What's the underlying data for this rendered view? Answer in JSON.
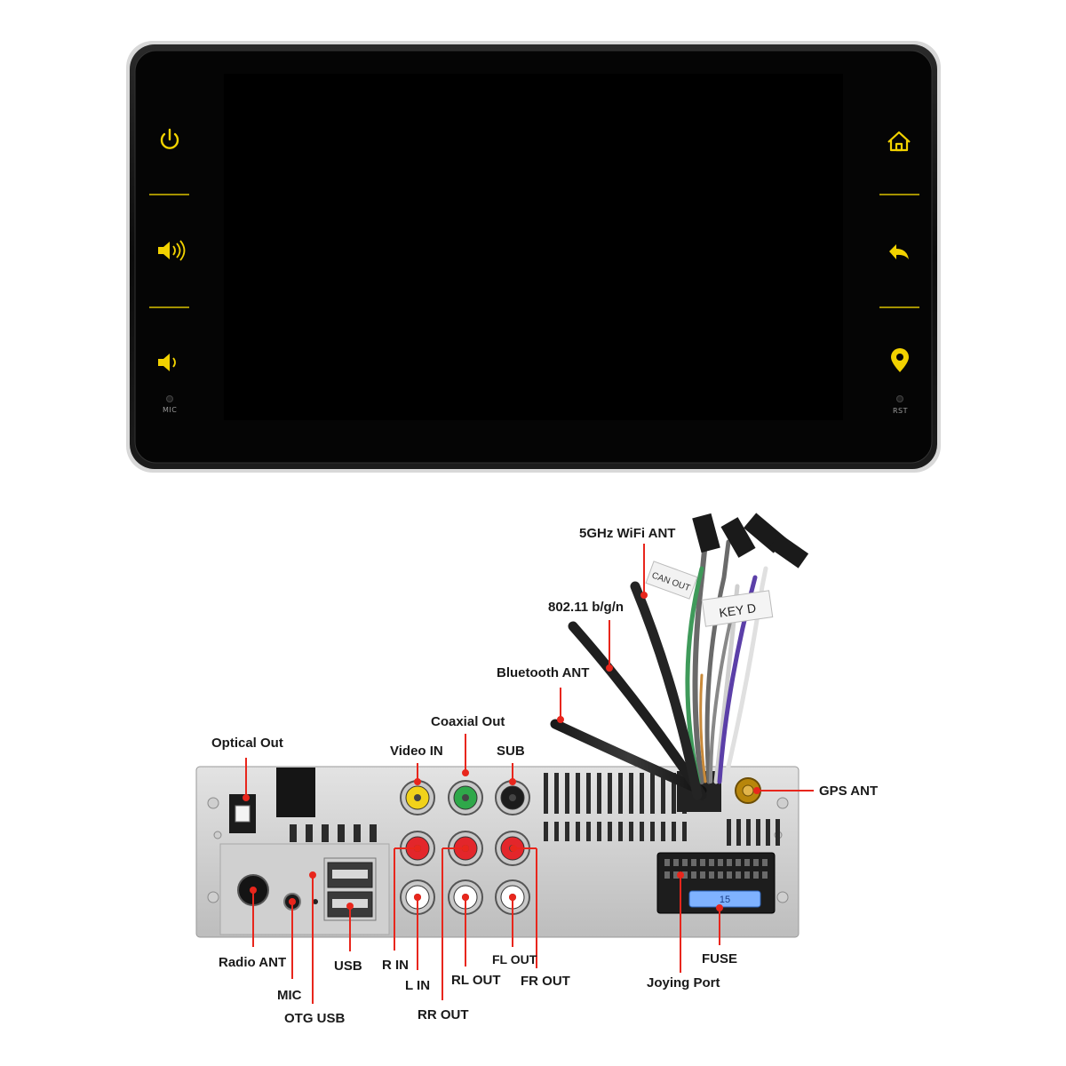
{
  "head_unit": {
    "left_buttons": [
      {
        "icon": "power-icon"
      },
      {
        "icon": "volume-up-icon"
      },
      {
        "icon": "volume-down-icon"
      }
    ],
    "right_buttons": [
      {
        "icon": "home-icon"
      },
      {
        "icon": "back-icon"
      },
      {
        "icon": "navigation-pin-icon"
      }
    ],
    "mic_label": "MIC",
    "rst_label": "RST",
    "button_color": "#f2d200",
    "screen_color": "#000000"
  },
  "rear_panel": {
    "labels": {
      "wifi_5g": "5GHz WiFi ANT",
      "wifi_80211": "802.11 b/g/n",
      "bluetooth": "Bluetooth ANT",
      "coaxial": "Coaxial Out",
      "optical": "Optical Out",
      "video_in": "Video IN",
      "sub": "SUB",
      "gps": "GPS ANT",
      "radio": "Radio ANT",
      "mic": "MIC",
      "otg_usb": "OTG USB",
      "usb": "USB",
      "r_in": "R IN",
      "l_in": "L IN",
      "rr_out": "RR OUT",
      "rl_out": "RL OUT",
      "fl_out": "FL OUT",
      "fr_out": "FR OUT",
      "joying": "Joying Port",
      "fuse": "FUSE"
    },
    "cable_tags": {
      "can_out": "CAN OUT",
      "key": "KEY D"
    },
    "fuse_value": "15",
    "leader_color": "#e8261c"
  }
}
